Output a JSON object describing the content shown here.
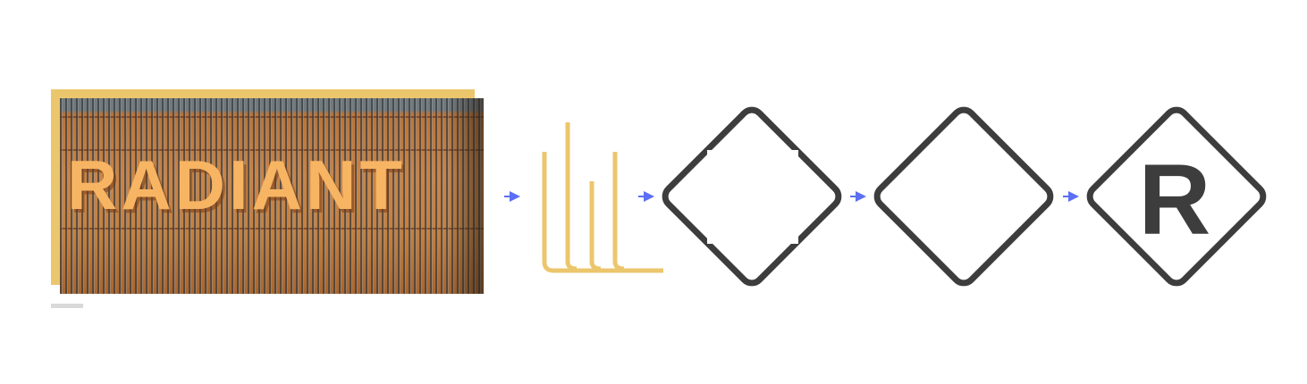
{
  "steps": [
    {
      "name": "inspiration-photo",
      "sign_text": "RADIANT"
    },
    {
      "name": "line-concept"
    },
    {
      "name": "broken-diamond"
    },
    {
      "name": "diamond"
    },
    {
      "name": "final-mark",
      "letter": "R"
    }
  ],
  "colors": {
    "accent_yellow": "#ecc66c",
    "arrow_blue": "#5b6ef5",
    "mark_dark": "#3d3d3d",
    "caption_gray": "#d9d9d9"
  }
}
